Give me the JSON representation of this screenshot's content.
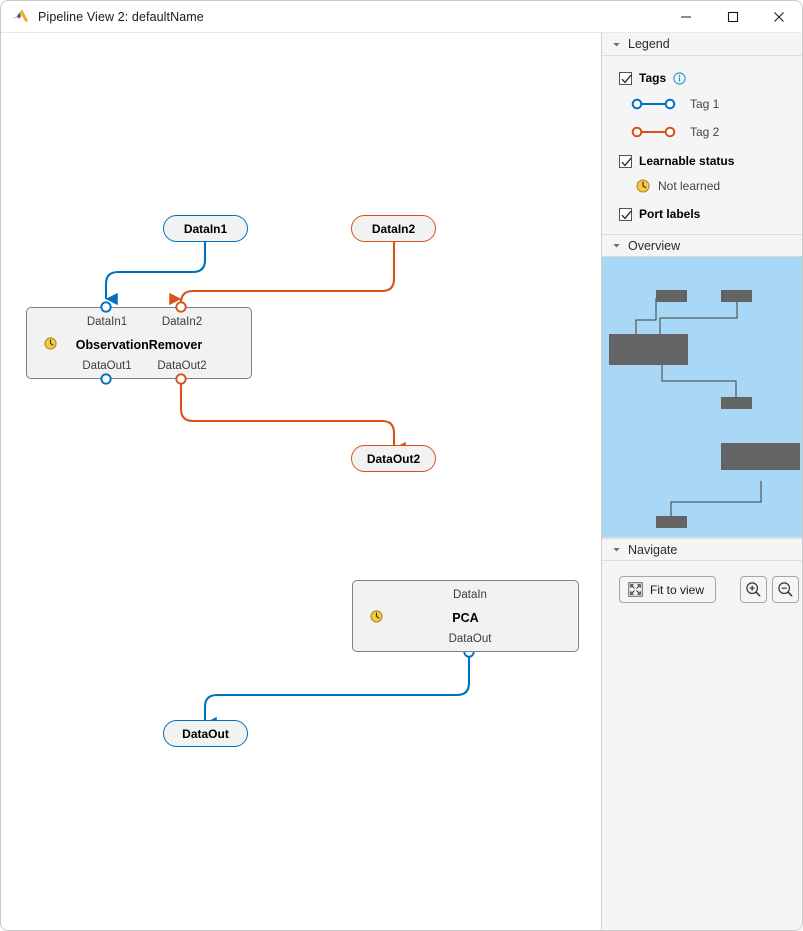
{
  "window": {
    "title": "Pipeline View 2: defaultName",
    "app_icon": "matlab-logo-icon",
    "minimize_label": "—",
    "maximize_label": "☐",
    "close_label": "✕"
  },
  "colors": {
    "tag1_blue": "#0072BD",
    "tag2_orange": "#D95319",
    "block_fill": "#F2F2F2",
    "block_border": "#808080",
    "overview_bg": "#A9D8F7",
    "overview_node": "#646464",
    "panel_bg": "#F5F5F5",
    "clock_yellow": "#F5C518"
  },
  "graph": {
    "terminals": [
      {
        "id": "in1",
        "label": "DataIn1",
        "color": "blue"
      },
      {
        "id": "in2",
        "label": "DataIn2",
        "color": "orange"
      },
      {
        "id": "out2",
        "label": "DataOut2",
        "color": "orange"
      },
      {
        "id": "out",
        "label": "DataOut",
        "color": "blue"
      }
    ],
    "blocks": [
      {
        "id": "observation-remover",
        "name": "ObservationRemover",
        "status_icon": "not-learned-clock-icon",
        "inputs": [
          "DataIn1",
          "DataIn2"
        ],
        "outputs": [
          "DataOut1",
          "DataOut2"
        ]
      },
      {
        "id": "pca",
        "name": "PCA",
        "status_icon": "not-learned-clock-icon",
        "inputs": [
          "DataIn"
        ],
        "outputs": [
          "DataOut"
        ]
      }
    ]
  },
  "legend": {
    "section_title": "Legend",
    "collapse_icon": "chevron-down-icon",
    "tags": {
      "label": "Tags",
      "checked": true,
      "info_icon": "info-icon",
      "entries": [
        {
          "label": "Tag 1",
          "color": "#0072BD"
        },
        {
          "label": "Tag 2",
          "color": "#D95319"
        }
      ]
    },
    "learnable_status": {
      "label": "Learnable status",
      "checked": true,
      "entries": [
        {
          "label": "Not learned",
          "icon": "clock-icon"
        }
      ]
    },
    "port_labels": {
      "label": "Port labels",
      "checked": true
    }
  },
  "overview": {
    "section_title": "Overview",
    "collapse_icon": "chevron-down-icon"
  },
  "navigate": {
    "section_title": "Navigate",
    "collapse_icon": "chevron-down-icon",
    "fit_to_view_label": "Fit to view",
    "fit_icon": "fit-to-view-icon",
    "zoom_in_icon": "zoom-in-icon",
    "zoom_out_icon": "zoom-out-icon"
  }
}
